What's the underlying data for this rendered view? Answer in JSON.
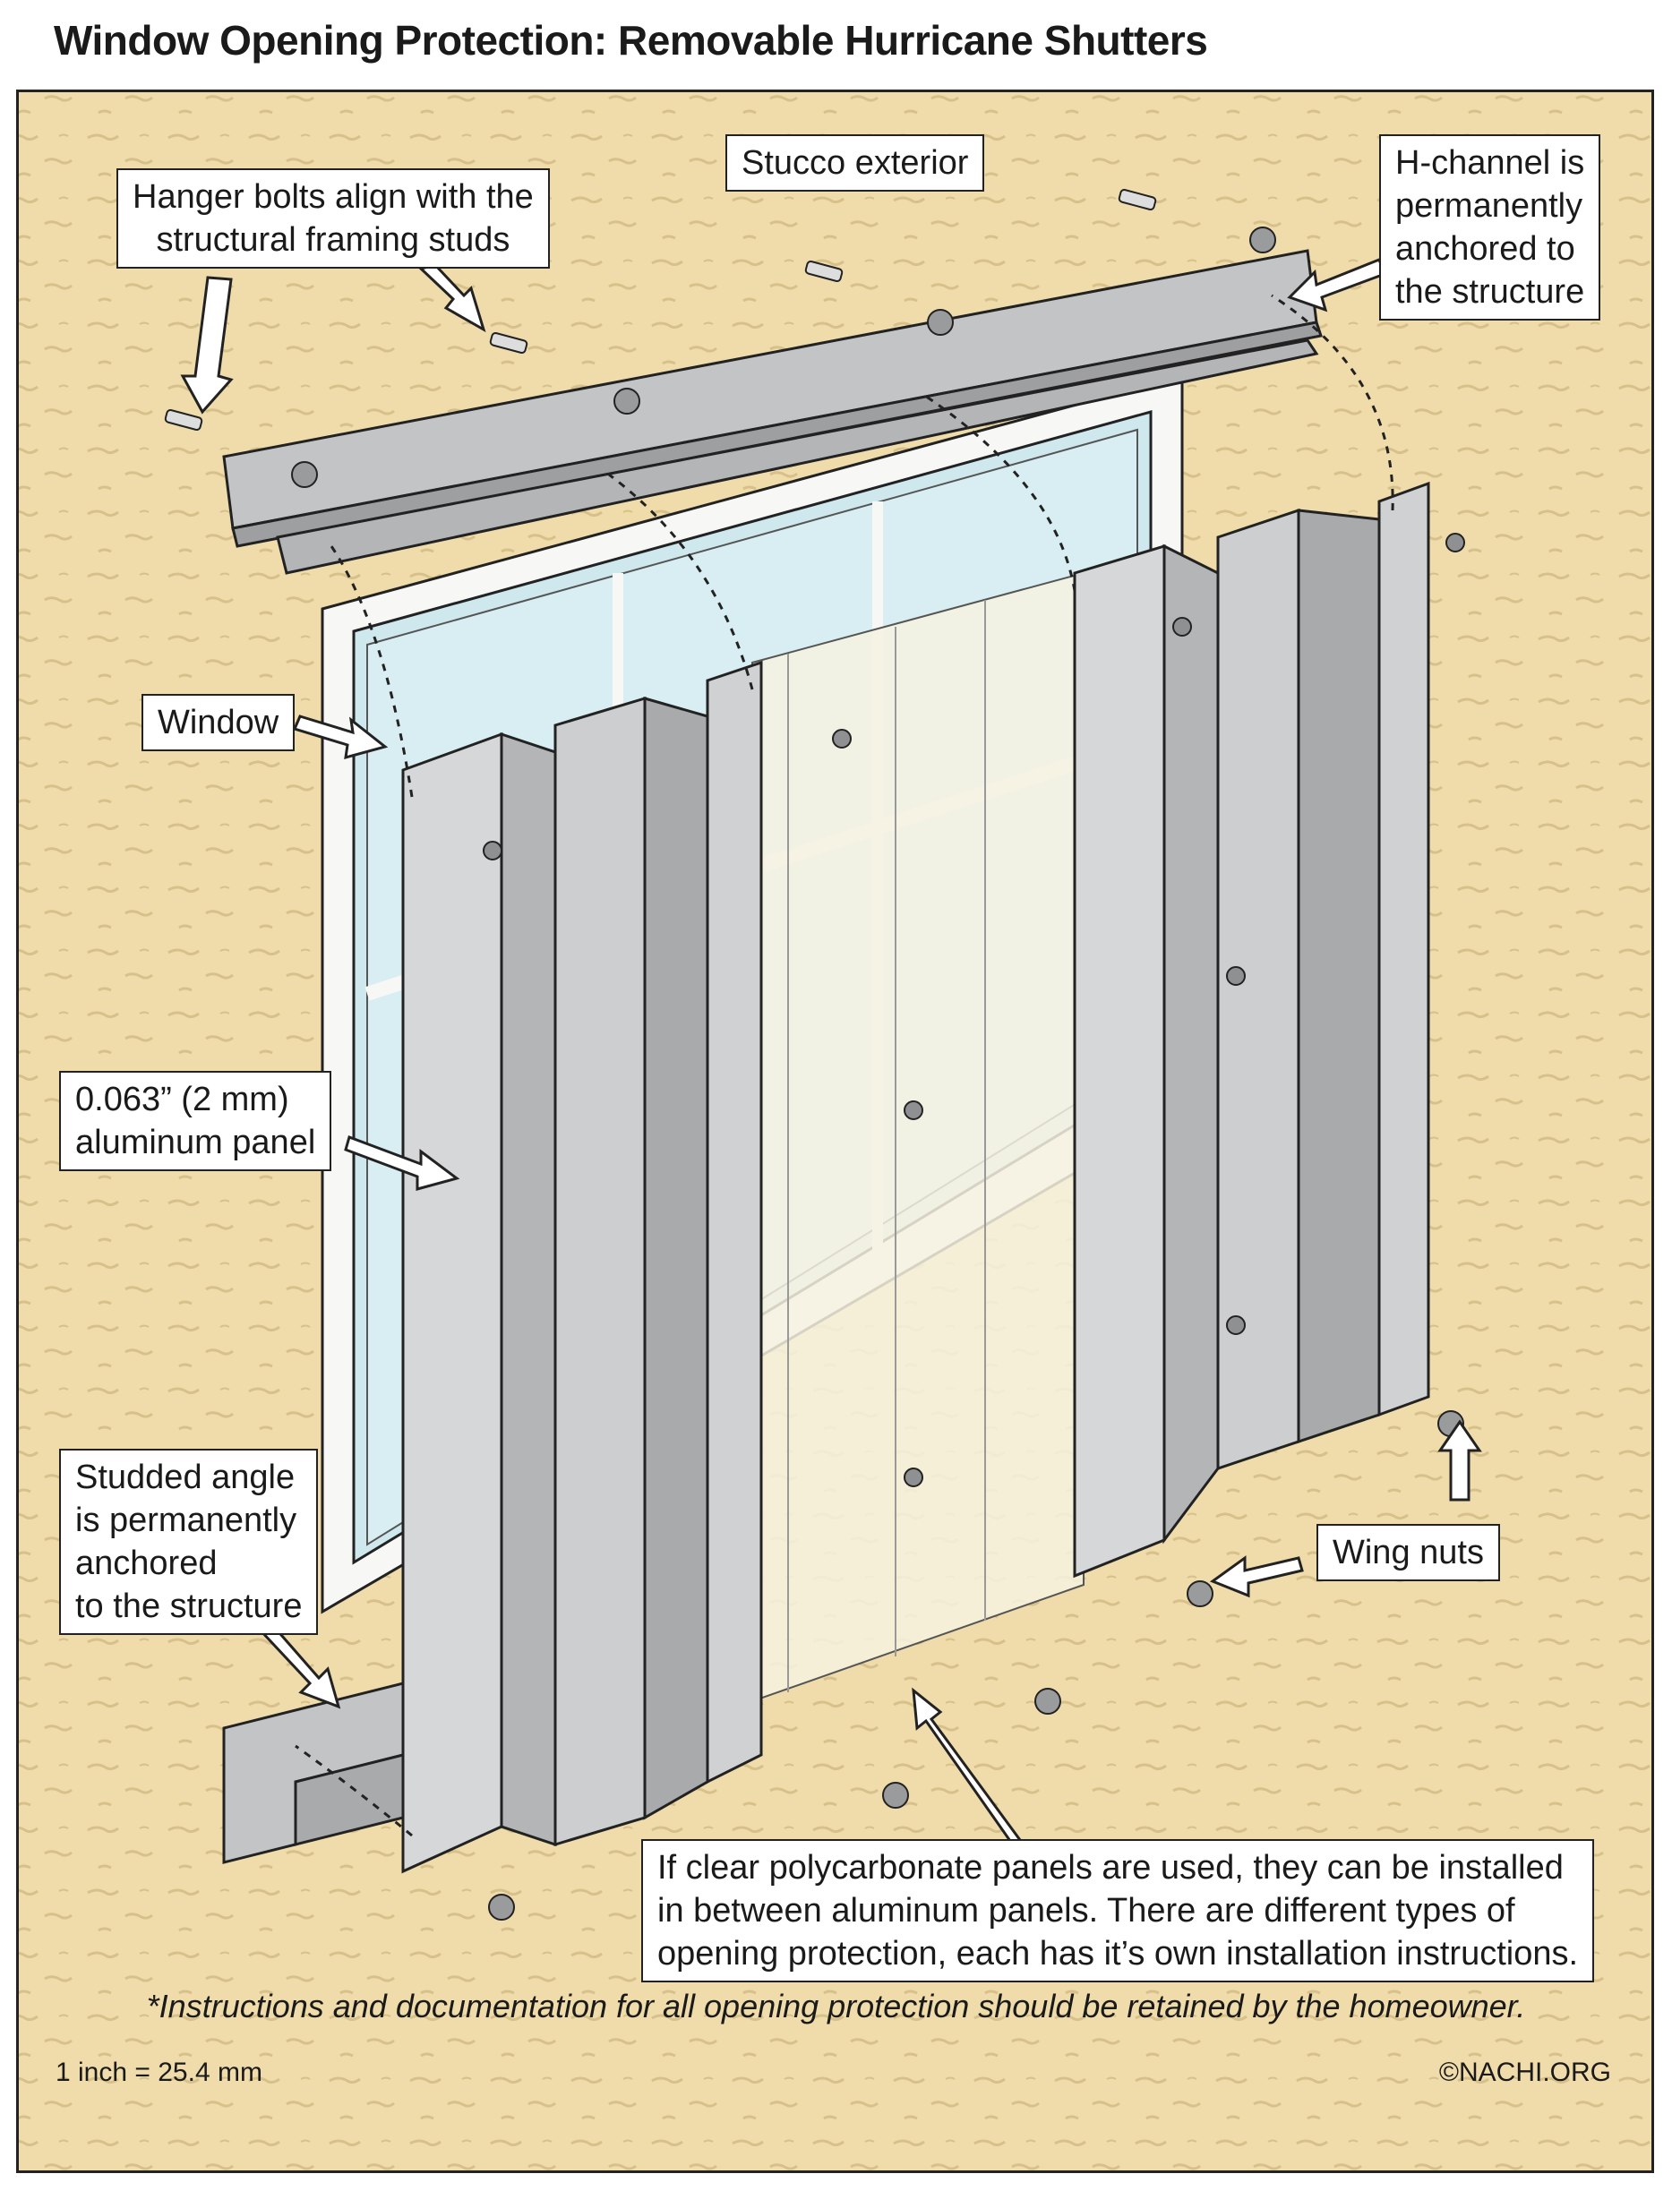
{
  "title": "Window Opening Protection: Removable Hurricane Shutters",
  "labels": {
    "stucco": "Stucco exterior",
    "hanger_bolts": [
      "Hanger bolts align with the",
      "structural framing studs"
    ],
    "h_channel": [
      "H-channel is",
      "permanently",
      "anchored to",
      "the structure"
    ],
    "window": "Window",
    "panel": [
      "0.063” (2 mm)",
      "aluminum panel"
    ],
    "studded_angle": [
      "Studded angle",
      "is permanently",
      "anchored",
      "to the structure"
    ],
    "wing_nuts": "Wing nuts",
    "polycarbonate": [
      "If clear polycarbonate panels are used, they can be installed",
      "in between aluminum panels. There are different types of",
      "opening protection, each has it’s own installation instructions."
    ]
  },
  "footnote": "*Instructions and documentation for all opening protection should be retained by the homeowner.",
  "scale_note": "1 inch = 25.4 mm",
  "credit": "©NACHI.ORG",
  "colors": {
    "stucco": "#efdcaa",
    "aluminum": "#c9cacc",
    "aluminum_dark": "#a7a8aa",
    "glass": "#cfe8ee",
    "polycarbonate": "#f3f0e2",
    "outline": "#222222"
  },
  "icons": [
    "hanger-bolt-icon",
    "wing-nut-icon",
    "screw-icon",
    "washer-icon",
    "arrow-icon"
  ]
}
